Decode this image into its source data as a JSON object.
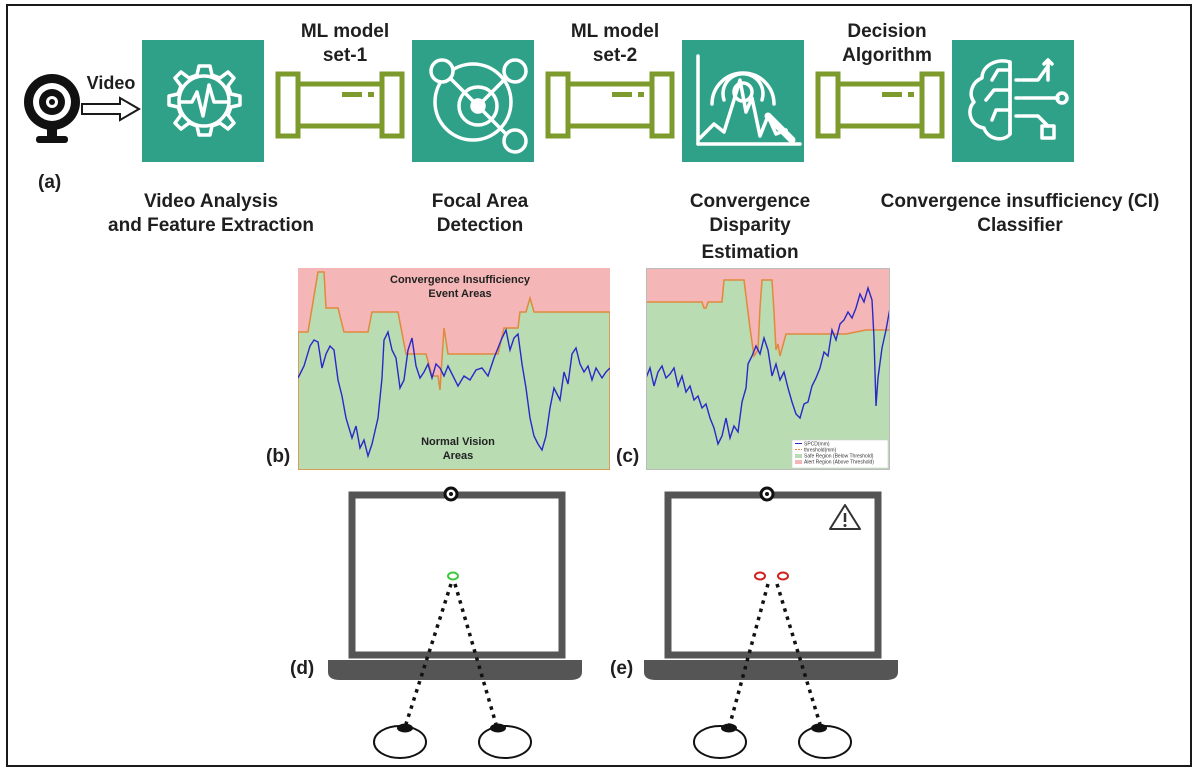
{
  "panel_a": {
    "label": "(a)",
    "input_label": "Video",
    "stages": [
      {
        "name": "Video Analysis",
        "name2": "and Feature Extraction",
        "icon": "gear-waveform-icon"
      },
      {
        "name": "Focal Area",
        "name2": "Detection",
        "icon": "focal-target-icon"
      },
      {
        "name": "Convergence",
        "name2": "Disparity",
        "name3": "Estimation",
        "icon": "signal-magnifier-icon"
      },
      {
        "name": "Convergence insufficiency (CI)",
        "name2": "Classifier",
        "icon": "brain-circuit-icon"
      }
    ],
    "connectors": [
      {
        "line1": "ML model",
        "line2": "set-1"
      },
      {
        "line1": "ML model",
        "line2": "set-2"
      },
      {
        "line1": "Decision",
        "line2": "Algorithm"
      }
    ],
    "colors": {
      "tile": "#2ea188",
      "pipe": "#7c9b2c",
      "arrow_outline": "#1a1a1a"
    }
  },
  "panel_b": {
    "label": "(b)",
    "top_text_1": "Convergence Insufficiency",
    "top_text_2": "Event Areas",
    "bottom_text_1": "Normal Vision",
    "bottom_text_2": "Areas",
    "colors": {
      "alert": "#f4b6b6",
      "safe": "#b9dcb3",
      "signal": "#2929c8",
      "threshold": "#e08a3c"
    }
  },
  "panel_c": {
    "label": "(c)",
    "legend": [
      "SPCD(mm)",
      "threshold(mm)",
      "Safe Region (Below Threshold)",
      "Alert Region (Above Threshold)"
    ]
  },
  "panel_d": {
    "label": "(d)",
    "gaze": "converged",
    "marker_color": "#3cc83c"
  },
  "panel_e": {
    "label": "(e)",
    "gaze": "diverged",
    "marker_color": "#d02020",
    "warning_icon": "warning-triangle-icon"
  }
}
